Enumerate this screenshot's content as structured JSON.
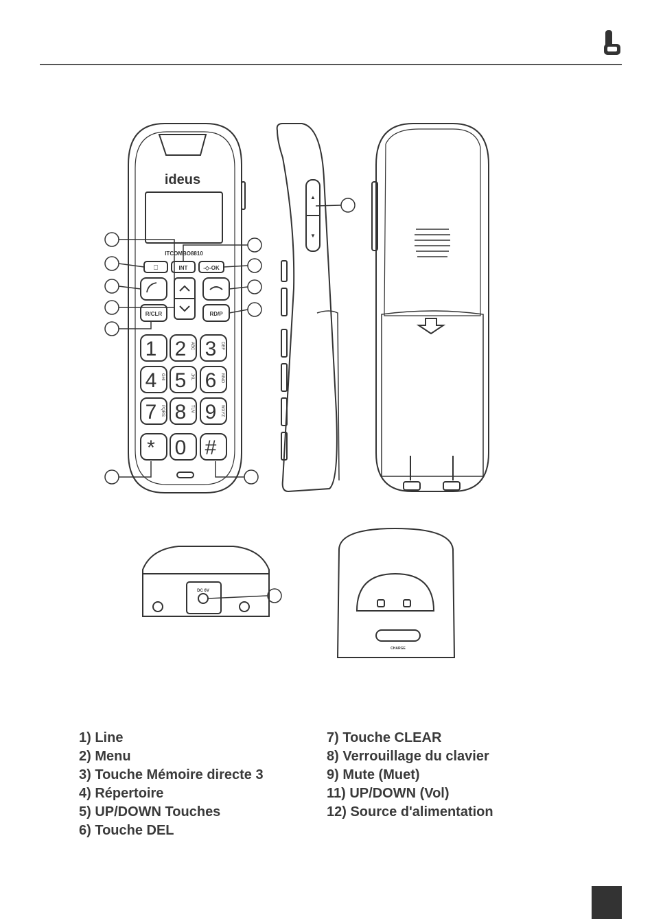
{
  "header": {
    "icon": "phone-handset-icon"
  },
  "figure": {
    "brand": "ideus",
    "model": "ITCOMBO8810",
    "keys": {
      "phonebook": "⎕",
      "int": "INT",
      "ok": "-◇-OK",
      "rclr": "R/CLR",
      "rdp": "RD/P",
      "charge": "CHARGE",
      "dc": "DC 6V"
    },
    "digits": [
      {
        "d": "1",
        "l": ""
      },
      {
        "d": "2",
        "l": "ABC"
      },
      {
        "d": "3",
        "l": "DEF"
      },
      {
        "d": "4",
        "l": "GHI"
      },
      {
        "d": "5",
        "l": "JKL"
      },
      {
        "d": "6",
        "l": "MNO"
      },
      {
        "d": "7",
        "l": "PQRS"
      },
      {
        "d": "8",
        "l": "TUV"
      },
      {
        "d": "9",
        "l": "WXYZ"
      },
      {
        "d": "*",
        "l": ""
      },
      {
        "d": "0",
        "l": ""
      },
      {
        "d": "#",
        "l": ""
      }
    ]
  },
  "legend": {
    "left": [
      "1) Line",
      "2) Menu",
      "3) Touche Mémoire directe 3",
      "4) Répertoire",
      "5) UP/DOWN Touches",
      "6) Touche DEL"
    ],
    "right": [
      "7) Touche CLEAR",
      "8) Verrouillage du clavier",
      "9) Mute (Muet)",
      "11) UP/DOWN (Vol)",
      "12) Source d'alimentation"
    ]
  }
}
